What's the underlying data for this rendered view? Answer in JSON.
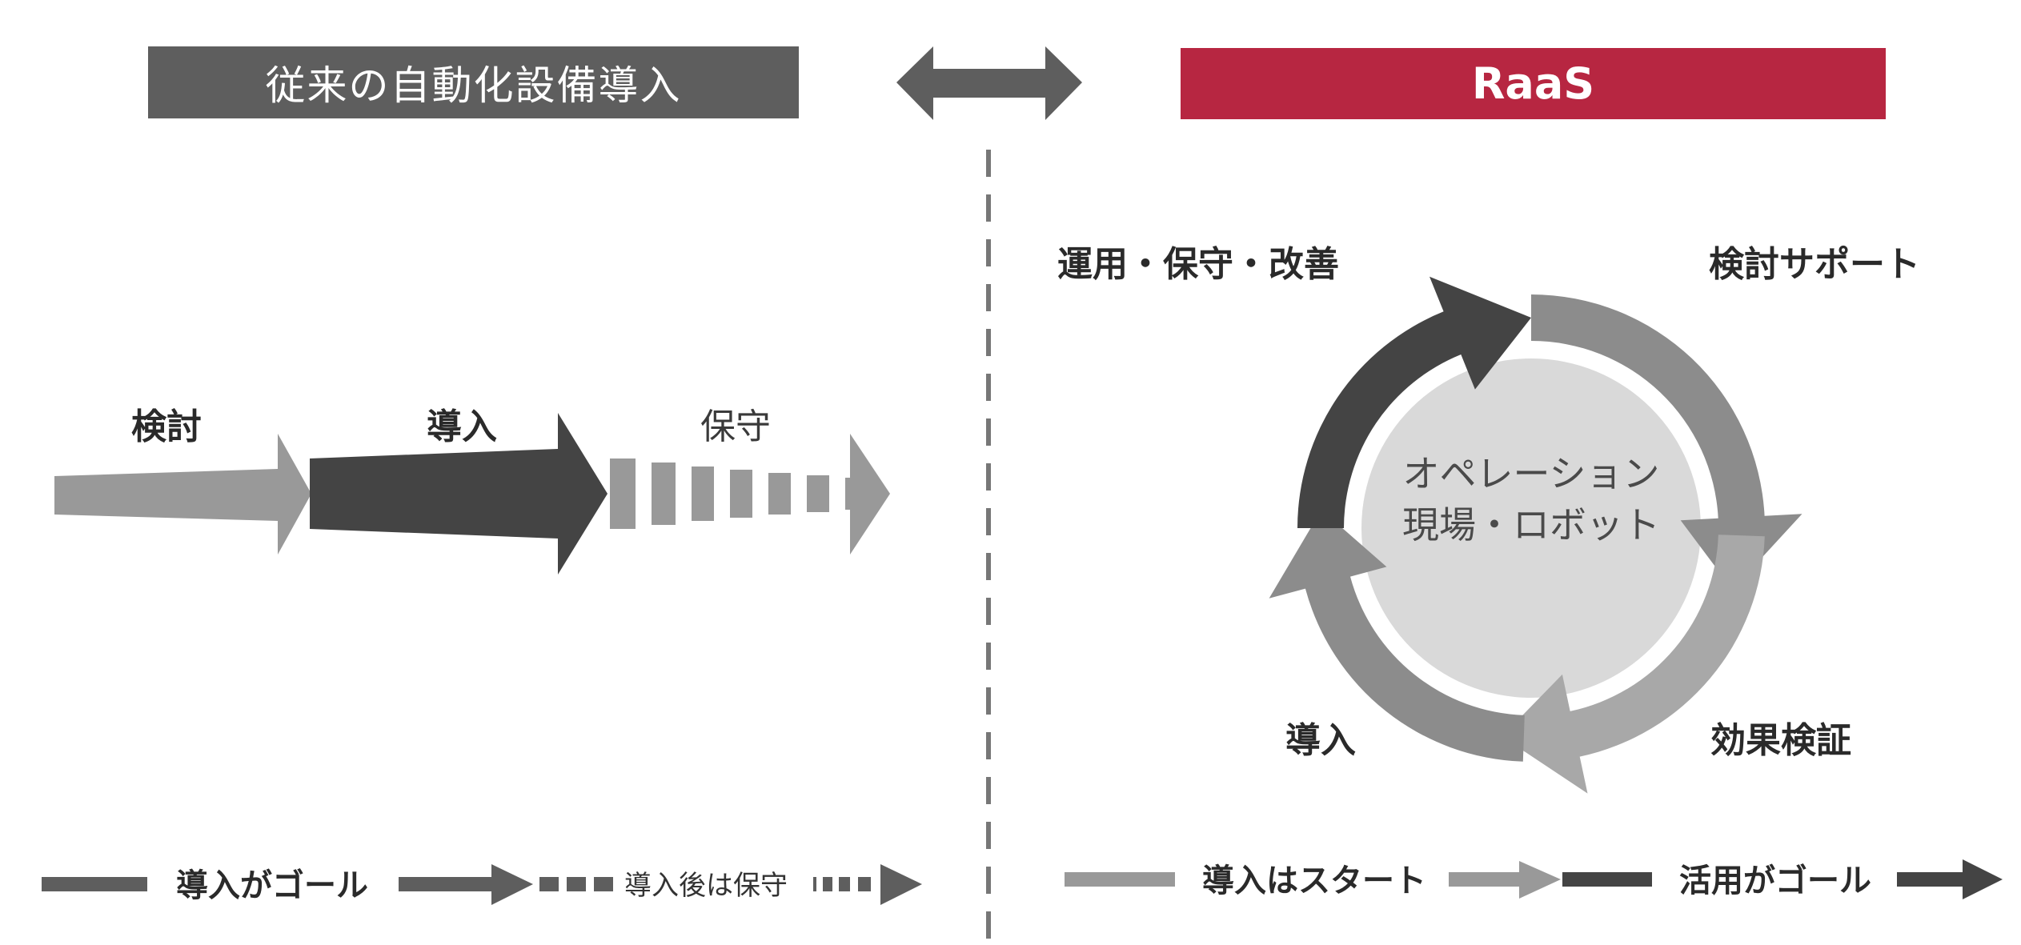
{
  "banners": {
    "left_title": "従来の自動化設備導入",
    "right_title": "RaaS"
  },
  "left_flow": {
    "step1": "検討",
    "step2": "導入",
    "step3": "保守"
  },
  "cycle": {
    "center_line1": "オペレーション",
    "center_line2": "現場・ロボット",
    "label_top_left": "運用・保守・改善",
    "label_top_right": "検討サポート",
    "label_bottom_left": "導入",
    "label_bottom_right": "効果検証"
  },
  "legend_left": {
    "goal_text": "導入がゴール",
    "after_text": "導入後は保守"
  },
  "legend_right": {
    "start_text": "導入はスタート",
    "goal_text": "活用がゴール"
  },
  "colors": {
    "banner_left": "#5e5e5e",
    "banner_right": "#b72641",
    "dark": "#444444",
    "medium": "#8c8c8c",
    "light": "#a8a8a8",
    "center_circle": "#d9d9d9"
  }
}
